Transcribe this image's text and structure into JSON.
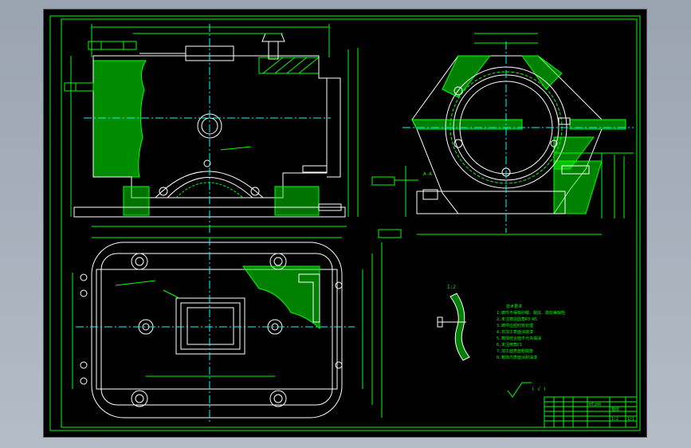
{
  "colors": {
    "background": "#000000",
    "frame": "#00ff00",
    "outline": "#ffffff",
    "hatch": "#00ff00",
    "centerline": "#00ffff",
    "dimension": "#00ff00",
    "text": "#00ff00"
  },
  "view_labels": {
    "section_a": "A-A",
    "detail": "I:2"
  },
  "tech_requirements": {
    "lines": [
      "技术要求",
      "1.铸件不得有砂眼、裂纹、疏松等缺陷",
      "2.未注铸造圆角R3~R5",
      "3.铸件应经时效处理",
      "4.非加工表面涂底漆",
      "5.箱体结合面不允许漏油",
      "6.未注倒角C1",
      "7.加工面表面粗糙度",
      "8.箱体内表面涂耐油漆"
    ]
  },
  "title_block": {
    "drawing_name": "箱体",
    "material": "HT200",
    "scale": "1:2",
    "sheet": "1/1"
  }
}
